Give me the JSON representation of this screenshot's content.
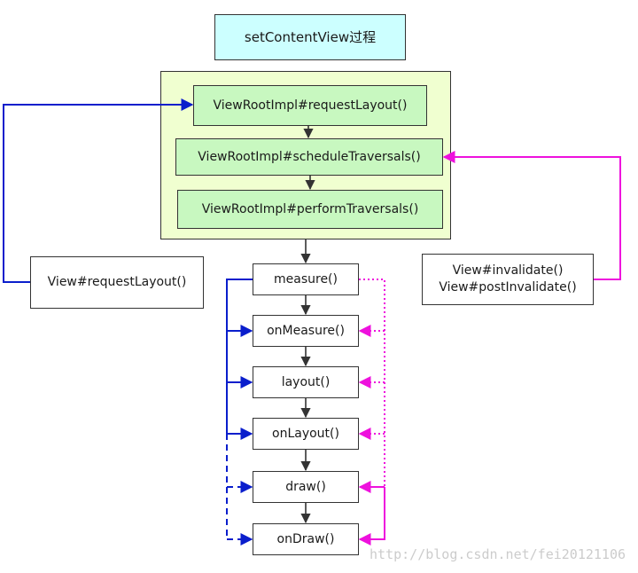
{
  "title": "setContentView过程",
  "root_impl": {
    "request_layout": "ViewRootImpl#requestLayout()",
    "schedule_traversals": "ViewRootImpl#scheduleTraversals()",
    "perform_traversals": "ViewRootImpl#performTraversals()"
  },
  "view_request_layout": "View#requestLayout()",
  "view_invalidate": {
    "line1": "View#invalidate()",
    "line2": "View#postInvalidate()"
  },
  "pipeline": {
    "measure": "measure()",
    "on_measure": "onMeasure()",
    "layout": "layout()",
    "on_layout": "onLayout()",
    "draw": "draw()",
    "on_draw": "onDraw()"
  },
  "watermark": "http://blog.csdn.net/fei20121106",
  "colors": {
    "title_fill": "#ccffff",
    "group_fill": "#f0ffd0",
    "impl_fill": "#c8f8c0",
    "request_layout_path": "#0a1ecc",
    "invalidate_path": "#ee11dd",
    "flow_arrow": "#333333"
  }
}
